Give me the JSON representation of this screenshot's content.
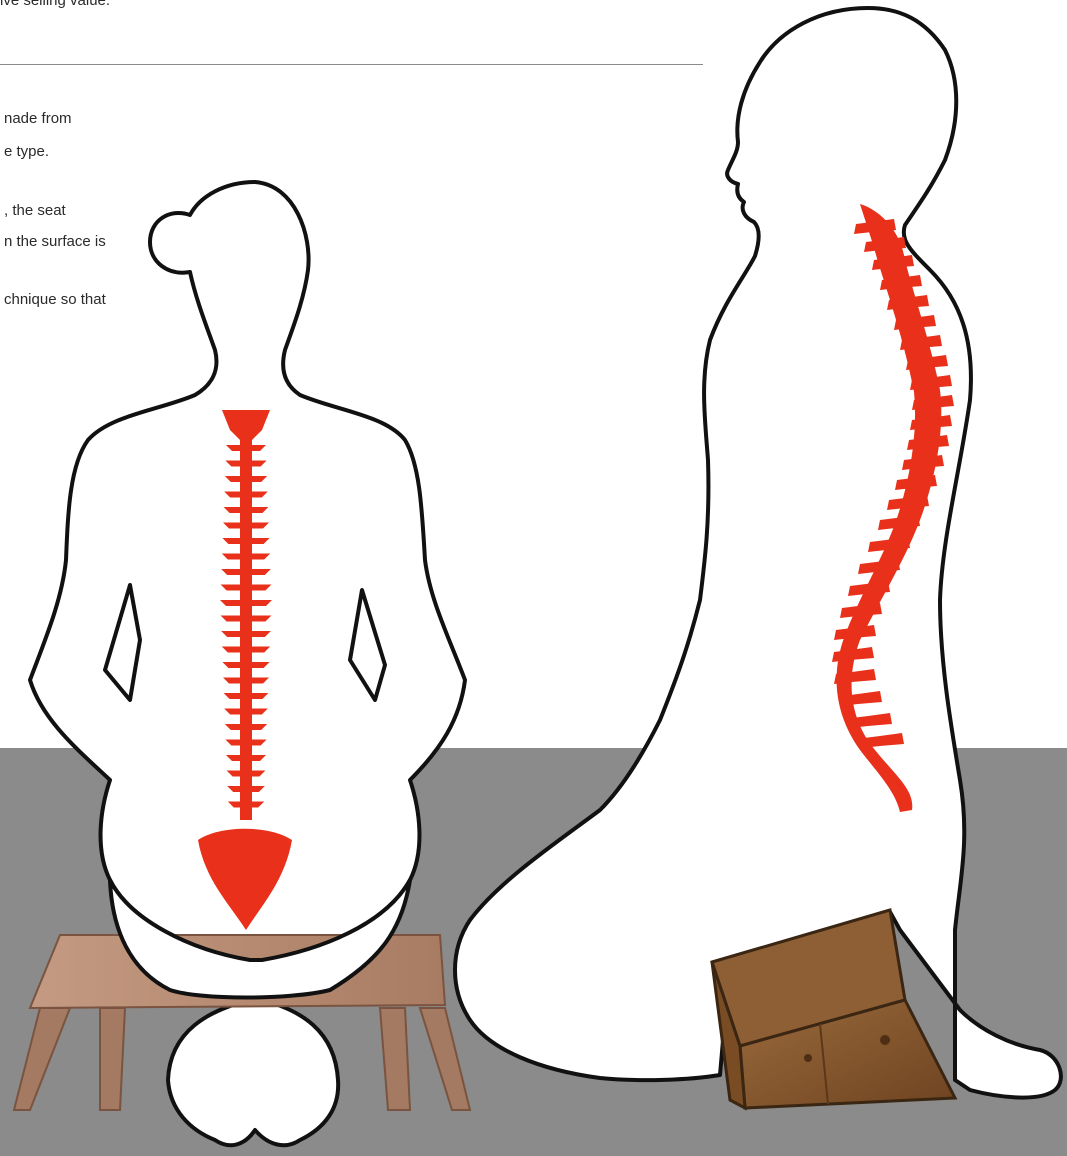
{
  "text": {
    "top_line": "ive selling value.",
    "p1_l1": "nade from",
    "p1_l2": "e type.",
    "p2_l1": ", the seat",
    "p2_l2": "n the surface is",
    "p3_l1": "chnique so that"
  },
  "colors": {
    "background": "#ffffff",
    "floor": "#8a8b8a",
    "spine": "#e8301a",
    "outline": "#111111",
    "stool_wood": "#b58a70",
    "bench_wood": "#8a5a2e"
  },
  "illustrations": {
    "left_figure": "woman-seated-on-stool-back-view",
    "right_figure": "person-kneeling-on-seiza-bench-side-view",
    "spine_icon": "spine-icon"
  }
}
